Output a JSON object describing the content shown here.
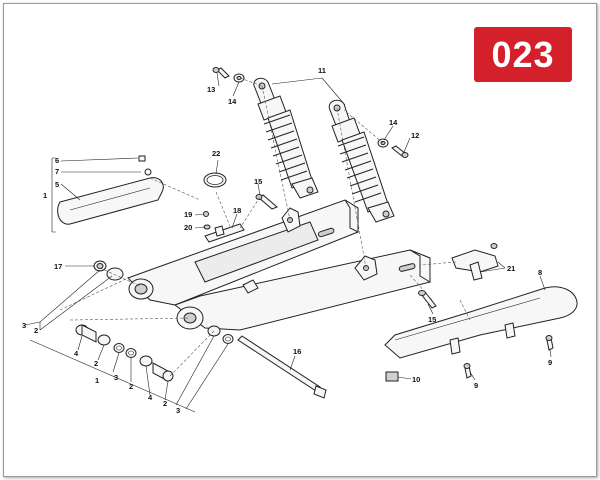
{
  "page_number": "023",
  "accent_color": "#d4202a",
  "callouts": {
    "c1_left": "1",
    "c1_bottom": "1",
    "c2_left": "2",
    "c2_a": "2",
    "c2_b": "2",
    "c2_c": "2",
    "c3_left": "3",
    "c3_mid": "3",
    "c3_bottom": "3",
    "c4_a": "4",
    "c4_b": "4",
    "c5": "5",
    "c6": "6",
    "c7": "7",
    "c8": "8",
    "c9_a": "9",
    "c9_b": "9",
    "c10": "10",
    "c11": "11",
    "c12": "12",
    "c13": "13",
    "c14_a": "14",
    "c14_b": "14",
    "c15_a": "15",
    "c15_b": "15",
    "c16": "16",
    "c17": "17",
    "c18": "18",
    "c19": "19",
    "c20": "20",
    "c21": "21",
    "c22": "22"
  }
}
